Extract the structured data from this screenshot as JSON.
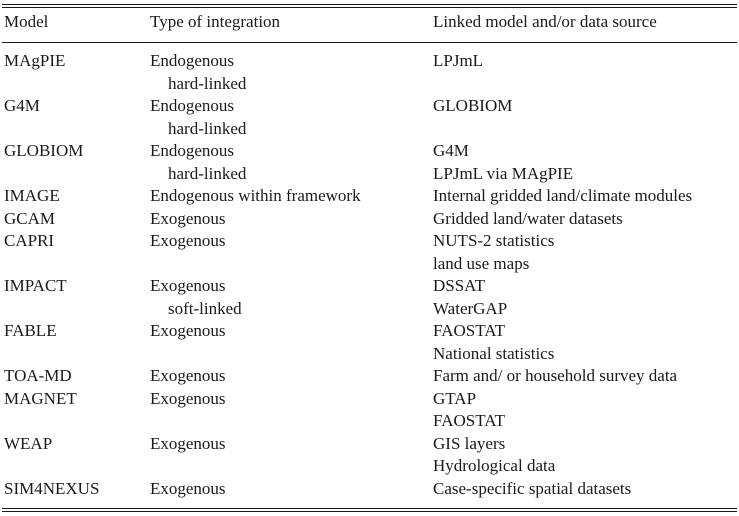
{
  "table": {
    "headers": [
      "Model",
      "Type of integration",
      "Linked model and/or data source"
    ],
    "rows": [
      {
        "model": "MAgPIE",
        "integration": [
          "Endogenous",
          "hard-linked"
        ],
        "sources": [
          "LPJmL"
        ]
      },
      {
        "model": "G4M",
        "integration": [
          "Endogenous",
          "hard-linked"
        ],
        "sources": [
          "GLOBIOM"
        ]
      },
      {
        "model": "GLOBIOM",
        "integration": [
          "Endogenous",
          "hard-linked"
        ],
        "sources": [
          "G4M",
          "LPJmL via MAgPIE"
        ]
      },
      {
        "model": "IMAGE",
        "integration": [
          "Endogenous within framework"
        ],
        "sources": [
          "Internal gridded land/climate modules"
        ]
      },
      {
        "model": "GCAM",
        "integration": [
          "Exogenous"
        ],
        "sources": [
          "Gridded land/water datasets"
        ]
      },
      {
        "model": "CAPRI",
        "integration": [
          "Exogenous"
        ],
        "sources": [
          "NUTS-2 statistics",
          "land use maps"
        ]
      },
      {
        "model": "IMPACT",
        "integration": [
          "Exogenous",
          "soft-linked"
        ],
        "sources": [
          "DSSAT",
          "WaterGAP"
        ]
      },
      {
        "model": "FABLE",
        "integration": [
          "Exogenous"
        ],
        "sources": [
          "FAOSTAT",
          "National statistics"
        ]
      },
      {
        "model": "TOA-MD",
        "integration": [
          "Exogenous"
        ],
        "sources": [
          "Farm and/ or household survey data"
        ]
      },
      {
        "model": "MAGNET",
        "integration": [
          "Exogenous"
        ],
        "sources": [
          "GTAP",
          "FAOSTAT"
        ]
      },
      {
        "model": "WEAP",
        "integration": [
          "Exogenous"
        ],
        "sources": [
          "GIS layers",
          "Hydrological data"
        ]
      },
      {
        "model": "SIM4NEXUS",
        "integration": [
          "Exogenous"
        ],
        "sources": [
          "Case-specific spatial datasets"
        ]
      }
    ]
  }
}
